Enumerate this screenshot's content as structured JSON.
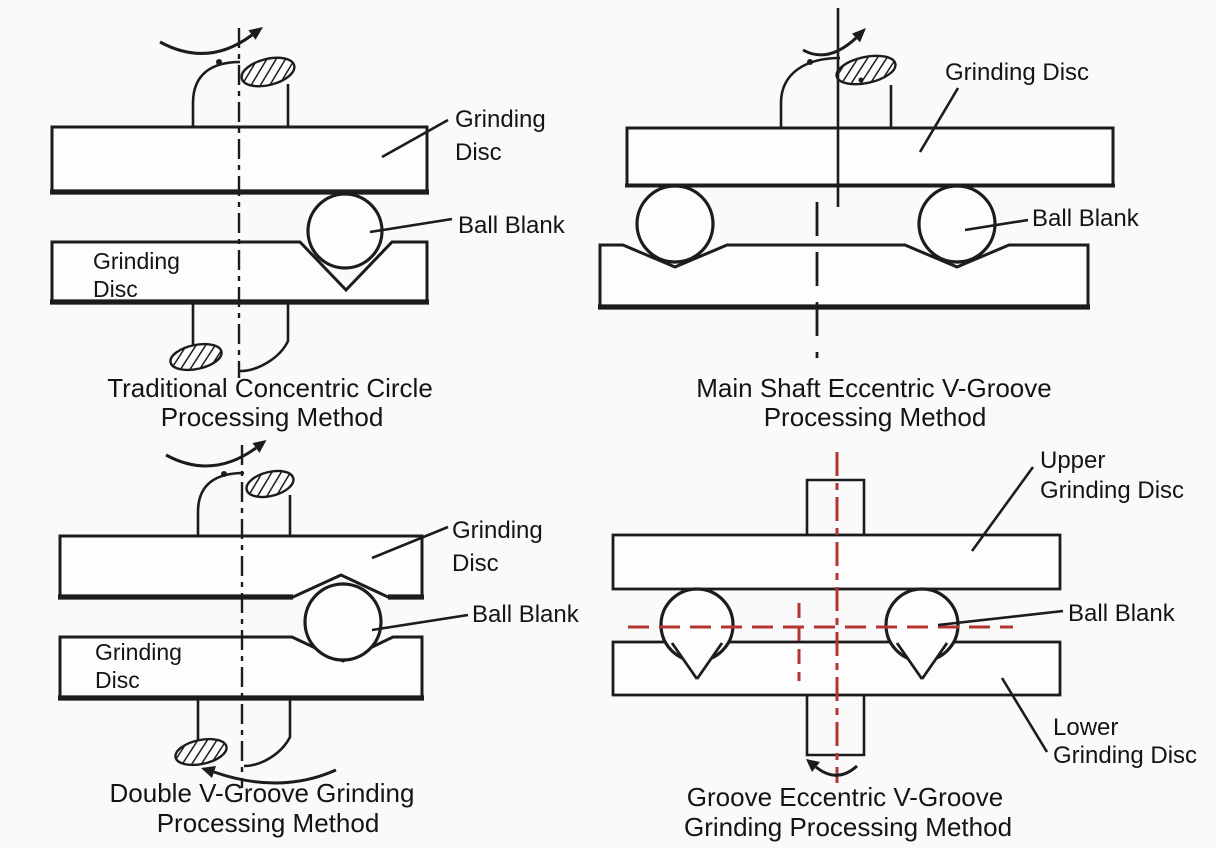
{
  "colors": {
    "background": "#fbfafa",
    "paper": "#fdfdfd",
    "line": "#1c1c1c",
    "accent_red": "#b23531",
    "text": "#141414"
  },
  "diagrams": {
    "traditional": {
      "caption": [
        "Traditional Concentric Circle",
        "Processing Method"
      ],
      "labels": {
        "upper_disc": [
          "Grinding",
          "Disc"
        ],
        "ball": "Ball Blank",
        "lower_disc": [
          "Grinding",
          "Disc"
        ]
      }
    },
    "main_shaft_eccentric": {
      "caption": [
        "Main Shaft Eccentric V-Groove",
        "Processing Method"
      ],
      "labels": {
        "upper_disc": "Grinding Disc",
        "ball": "Ball Blank"
      }
    },
    "double_v_groove": {
      "caption": [
        "Double V-Groove Grinding",
        "Processing Method"
      ],
      "labels": {
        "upper_disc": [
          "Grinding",
          "Disc"
        ],
        "ball": "Ball Blank",
        "lower_disc": [
          "Grinding",
          "Disc"
        ]
      }
    },
    "groove_eccentric": {
      "caption": [
        "Groove Eccentric V-Groove",
        "Grinding Processing Method"
      ],
      "labels": {
        "upper_disc": [
          "Upper",
          "Grinding Disc"
        ],
        "ball": "Ball Blank",
        "lower_disc": [
          "Lower",
          "Grinding Disc"
        ]
      }
    }
  }
}
